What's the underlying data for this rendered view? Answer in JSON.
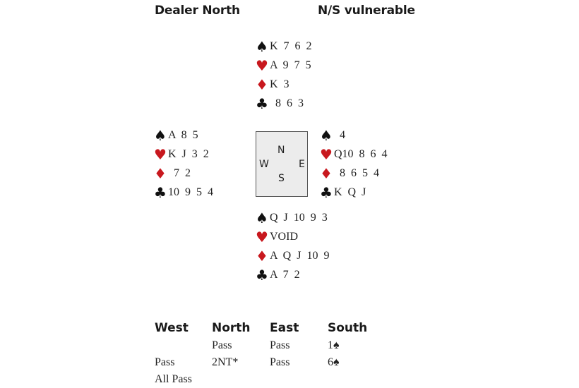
{
  "header": {
    "dealer": "Dealer North",
    "vulnerability": "N/S vulnerable"
  },
  "compass": {
    "north": "N",
    "south": "S",
    "east": "E",
    "west": "W"
  },
  "suits": {
    "spades": "♠",
    "hearts": "♥",
    "diamonds": "♦",
    "clubs": "♣"
  },
  "colors": {
    "red_suit": "#c8181e",
    "black_suit": "#111111",
    "table_fill": "#ececec"
  },
  "hands": {
    "north": {
      "spades": "K 7 6 2",
      "hearts": "A 9 7 5",
      "diamonds": "K 3",
      "clubs": " 8 6 3"
    },
    "west": {
      "spades": "A 8 5",
      "hearts": "K J 3 2",
      "diamonds": " 7 2",
      "clubs": "10 9 5 4"
    },
    "east": {
      "spades": " 4",
      "hearts": "Q10 8 6 4",
      "diamonds": " 8 6 5 4",
      "clubs": "K Q J"
    },
    "south": {
      "spades": "Q J 10 9 3",
      "hearts": "VOID",
      "diamonds": "A Q J 10 9",
      "clubs": "A 7 2"
    }
  },
  "bidding": {
    "headers": [
      "West",
      "North",
      "East",
      "South"
    ],
    "rows": [
      [
        "",
        "Pass",
        "Pass",
        "1♠"
      ],
      [
        "Pass",
        "2NT*",
        "Pass",
        "6♠"
      ],
      [
        "All Pass",
        "",
        "",
        ""
      ]
    ]
  }
}
